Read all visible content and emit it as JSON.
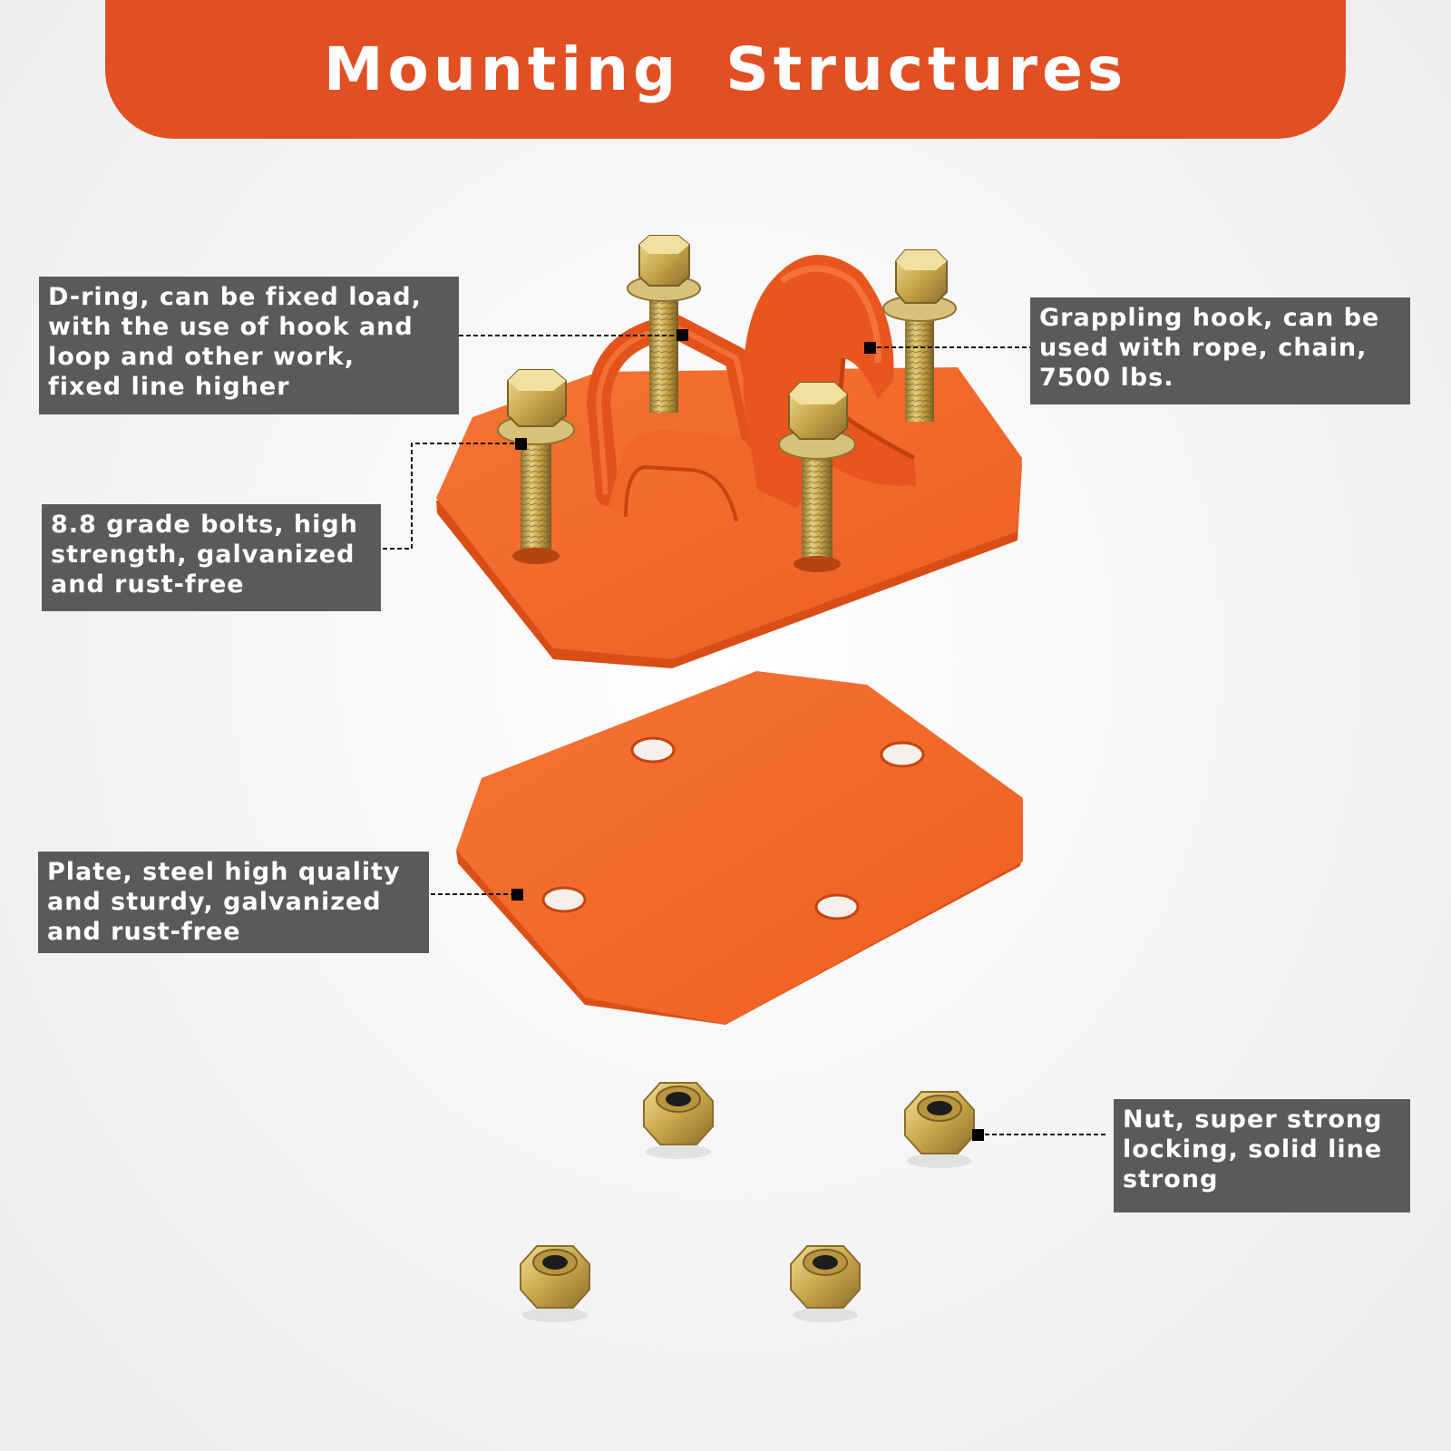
{
  "title": "Mounting  Structures",
  "colors": {
    "banner": "#e24f22",
    "label_bg": "#5a5a5a",
    "label_text": "#ffffff",
    "plate": "#f26a2a",
    "plate_edge": "#e05318",
    "bolt": "#c9a94e",
    "nut": "#cdb15a"
  },
  "callouts": {
    "d_ring": {
      "lines": [
        "D-ring, can be fixed load,",
        "with the use of hook and",
        "loop and other work,",
        "fixed line higher"
      ]
    },
    "bolts": {
      "lines": [
        "8.8 grade bolts, high",
        "strength, galvanized",
        "and rust-free"
      ]
    },
    "hook": {
      "lines": [
        "Grappling hook, can be",
        "used with rope, chain,",
        "7500 lbs."
      ]
    },
    "plate": {
      "lines": [
        "Plate, steel high quality",
        "and sturdy, galvanized",
        "and rust-free"
      ]
    },
    "nut": {
      "lines": [
        "Nut, super strong",
        "locking, solid line",
        "strong"
      ]
    }
  },
  "icons": [
    "upper-plate-assembly-icon",
    "d-ring-icon",
    "grappling-hook-icon",
    "bolt-icon",
    "base-plate-icon",
    "locking-nut-icon"
  ]
}
